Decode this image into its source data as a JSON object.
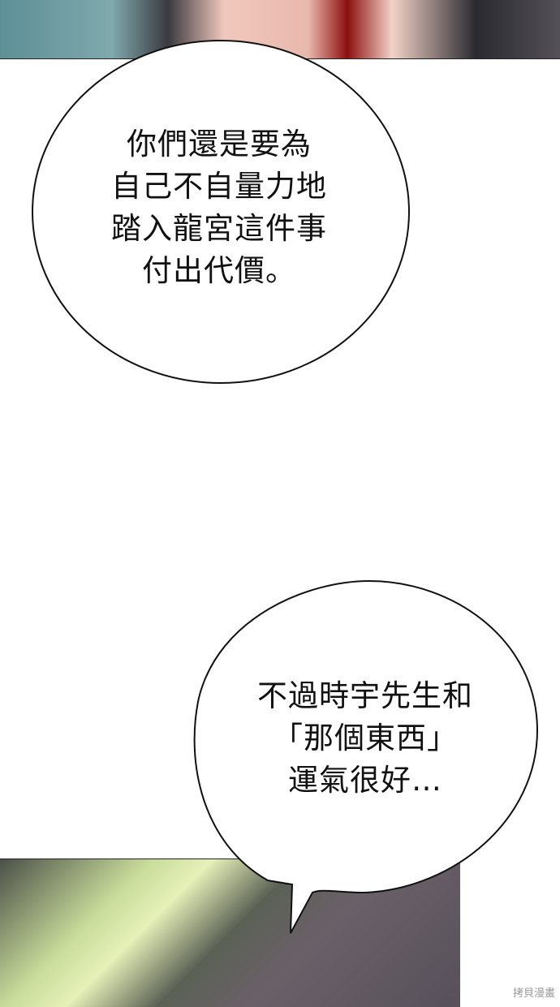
{
  "bubble1": {
    "lines": [
      "你們還是要為",
      "自己不自量力地",
      "踏入龍宮這件事",
      "付出代價。"
    ]
  },
  "bubble2": {
    "lines": [
      "不過時宇先生和",
      "「那個東西」",
      "運氣很好…"
    ]
  },
  "watermark": "拷貝漫畫"
}
